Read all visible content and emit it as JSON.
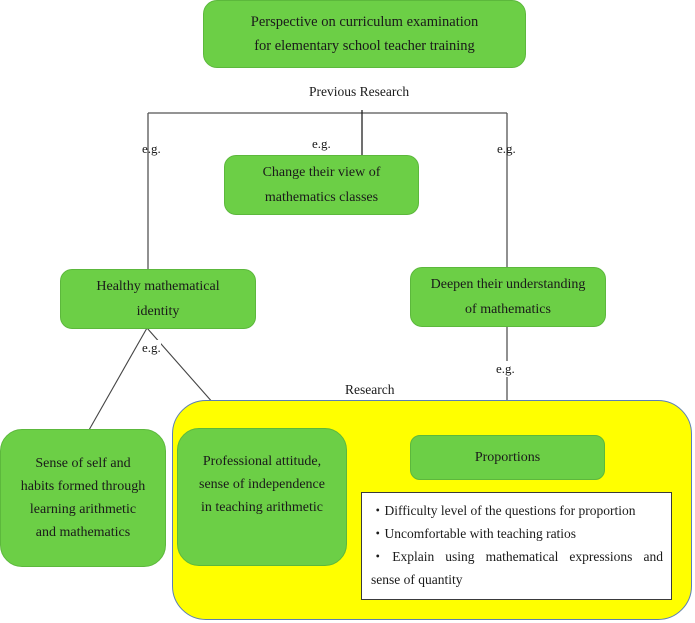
{
  "top_node": {
    "line1": "Perspective on curriculum examination",
    "line2": "for elementary school teacher training"
  },
  "labels": {
    "previous_research": "Previous Research",
    "research": "Research",
    "eg": "e.g."
  },
  "nodes": {
    "change_view": {
      "line1": "Change their view of",
      "line2": "mathematics classes"
    },
    "healthy_identity": {
      "line1": "Healthy mathematical",
      "line2": "identity"
    },
    "deepen_understanding": {
      "line1": "Deepen their understanding",
      "line2": "of mathematics"
    },
    "sense_of_self": {
      "line1": "Sense of self and",
      "line2": "habits formed through",
      "line3": "learning arithmetic",
      "line4": "and mathematics"
    },
    "professional_attitude": {
      "line1": "Professional attitude,",
      "line2": "sense of independence",
      "line3": "in teaching arithmetic"
    },
    "proportions": {
      "label": "Proportions"
    }
  },
  "proportion_details": {
    "items": [
      "・Difficulty level of the questions for proportion",
      "・Uncomfortable with teaching ratios",
      "・Explain using mathematical expressions and",
      "sense of quantity"
    ]
  },
  "colors": {
    "node_green": "#6ccf46",
    "research_yellow": "#ffff00",
    "connector": "#333333"
  }
}
